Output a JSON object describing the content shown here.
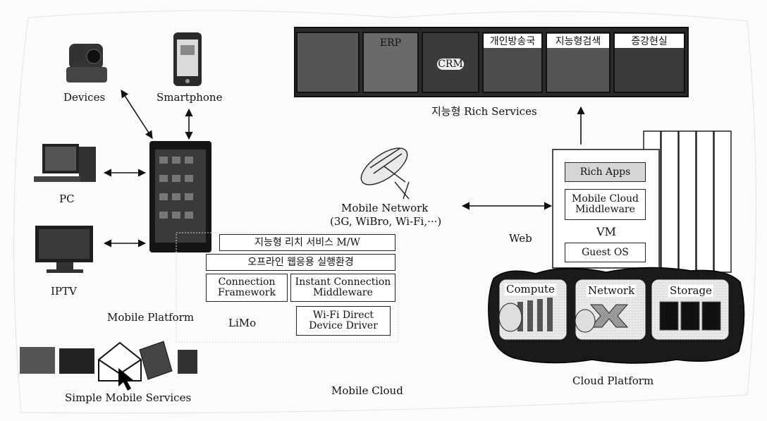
{
  "devices": {
    "devices_label": "Devices",
    "smartphone_label": "Smartphone",
    "pc_label": "PC",
    "iptv_label": "IPTV"
  },
  "mobile_platform": {
    "label": "Mobile Platform",
    "layers": {
      "rich_service_mw": "지능형 리치 서비스 M/W",
      "offline_webapp_env": "오프라인 웹응용 실행환경",
      "connection_framework": "Connection Framework",
      "instant_connection_middleware": "Instant Connection Middleware",
      "limo": "LiMo",
      "wifi_direct_driver": "Wi-Fi Direct Device Driver"
    }
  },
  "simple_services_label": "Simple Mobile Services",
  "rich_services": {
    "label": "지능형 Rich Services",
    "tiles": [
      "",
      "ERP",
      "CRM",
      "개인방송국",
      "지능형검색",
      "증강현실"
    ]
  },
  "network": {
    "label": "Mobile Network",
    "sub": "(3G, WiBro, Wi-Fi,···)",
    "web_label": "Web"
  },
  "cloud": {
    "vm_stack": {
      "rich_apps": "Rich Apps",
      "middleware": "Mobile Cloud Middleware",
      "vm": "VM",
      "guest_os": "Guest OS"
    },
    "resources": {
      "compute": "Compute",
      "network": "Network",
      "storage": "Storage"
    },
    "platform_label": "Cloud Platform"
  },
  "mobile_cloud_label": "Mobile Cloud"
}
